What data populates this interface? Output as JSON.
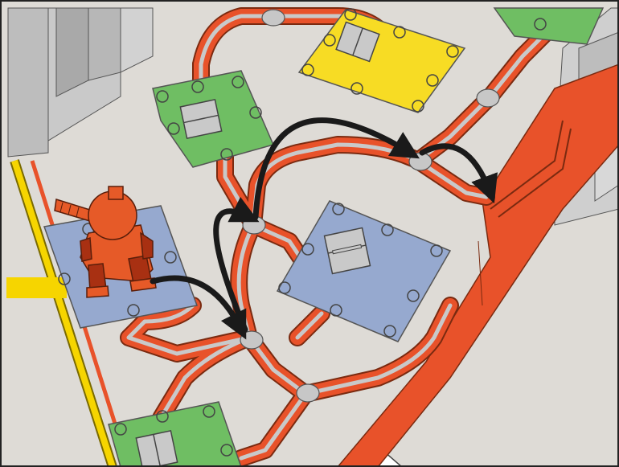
{
  "scene": {
    "kind": "isometric circuit board game map",
    "colors": {
      "board": "#dedbd6",
      "buildings_dark": "#a7a7a7",
      "buildings_light": "#c9c9c9",
      "track_outer": "#e8522a",
      "track_inner": "#c9c9c9",
      "junction": "#c7c7c7",
      "rail_yellow": "#f6d500",
      "pad_green": "#6fbe63",
      "pad_blue": "#96a9cf",
      "pad_yellow": "#f7dc24",
      "slot": "#c9c9c9",
      "robot": "#e65a28",
      "robot_dark": "#a83012",
      "move_arrow": "#1a1a1a",
      "frame": "#222222"
    },
    "pads": [
      {
        "id": "yellow-top",
        "color": "yellow"
      },
      {
        "id": "green-top-left",
        "color": "green"
      },
      {
        "id": "green-top-right",
        "color": "green"
      },
      {
        "id": "blue-center",
        "color": "blue"
      },
      {
        "id": "blue-start",
        "color": "blue"
      },
      {
        "id": "green-bottom",
        "color": "green"
      }
    ],
    "player": {
      "piece": "robot",
      "color": "orange",
      "location": "blue-start"
    },
    "moves": [
      {
        "from": "blue-start",
        "to": "junction-lower",
        "icon": "arc-arrow"
      },
      {
        "from": "junction-lower",
        "to": "junction-mid",
        "icon": "arc-arrow"
      },
      {
        "from": "junction-mid",
        "to": "junction-upper",
        "icon": "arc-arrow"
      },
      {
        "from": "junction-upper",
        "to": "right-track",
        "icon": "arc-arrow"
      }
    ]
  }
}
